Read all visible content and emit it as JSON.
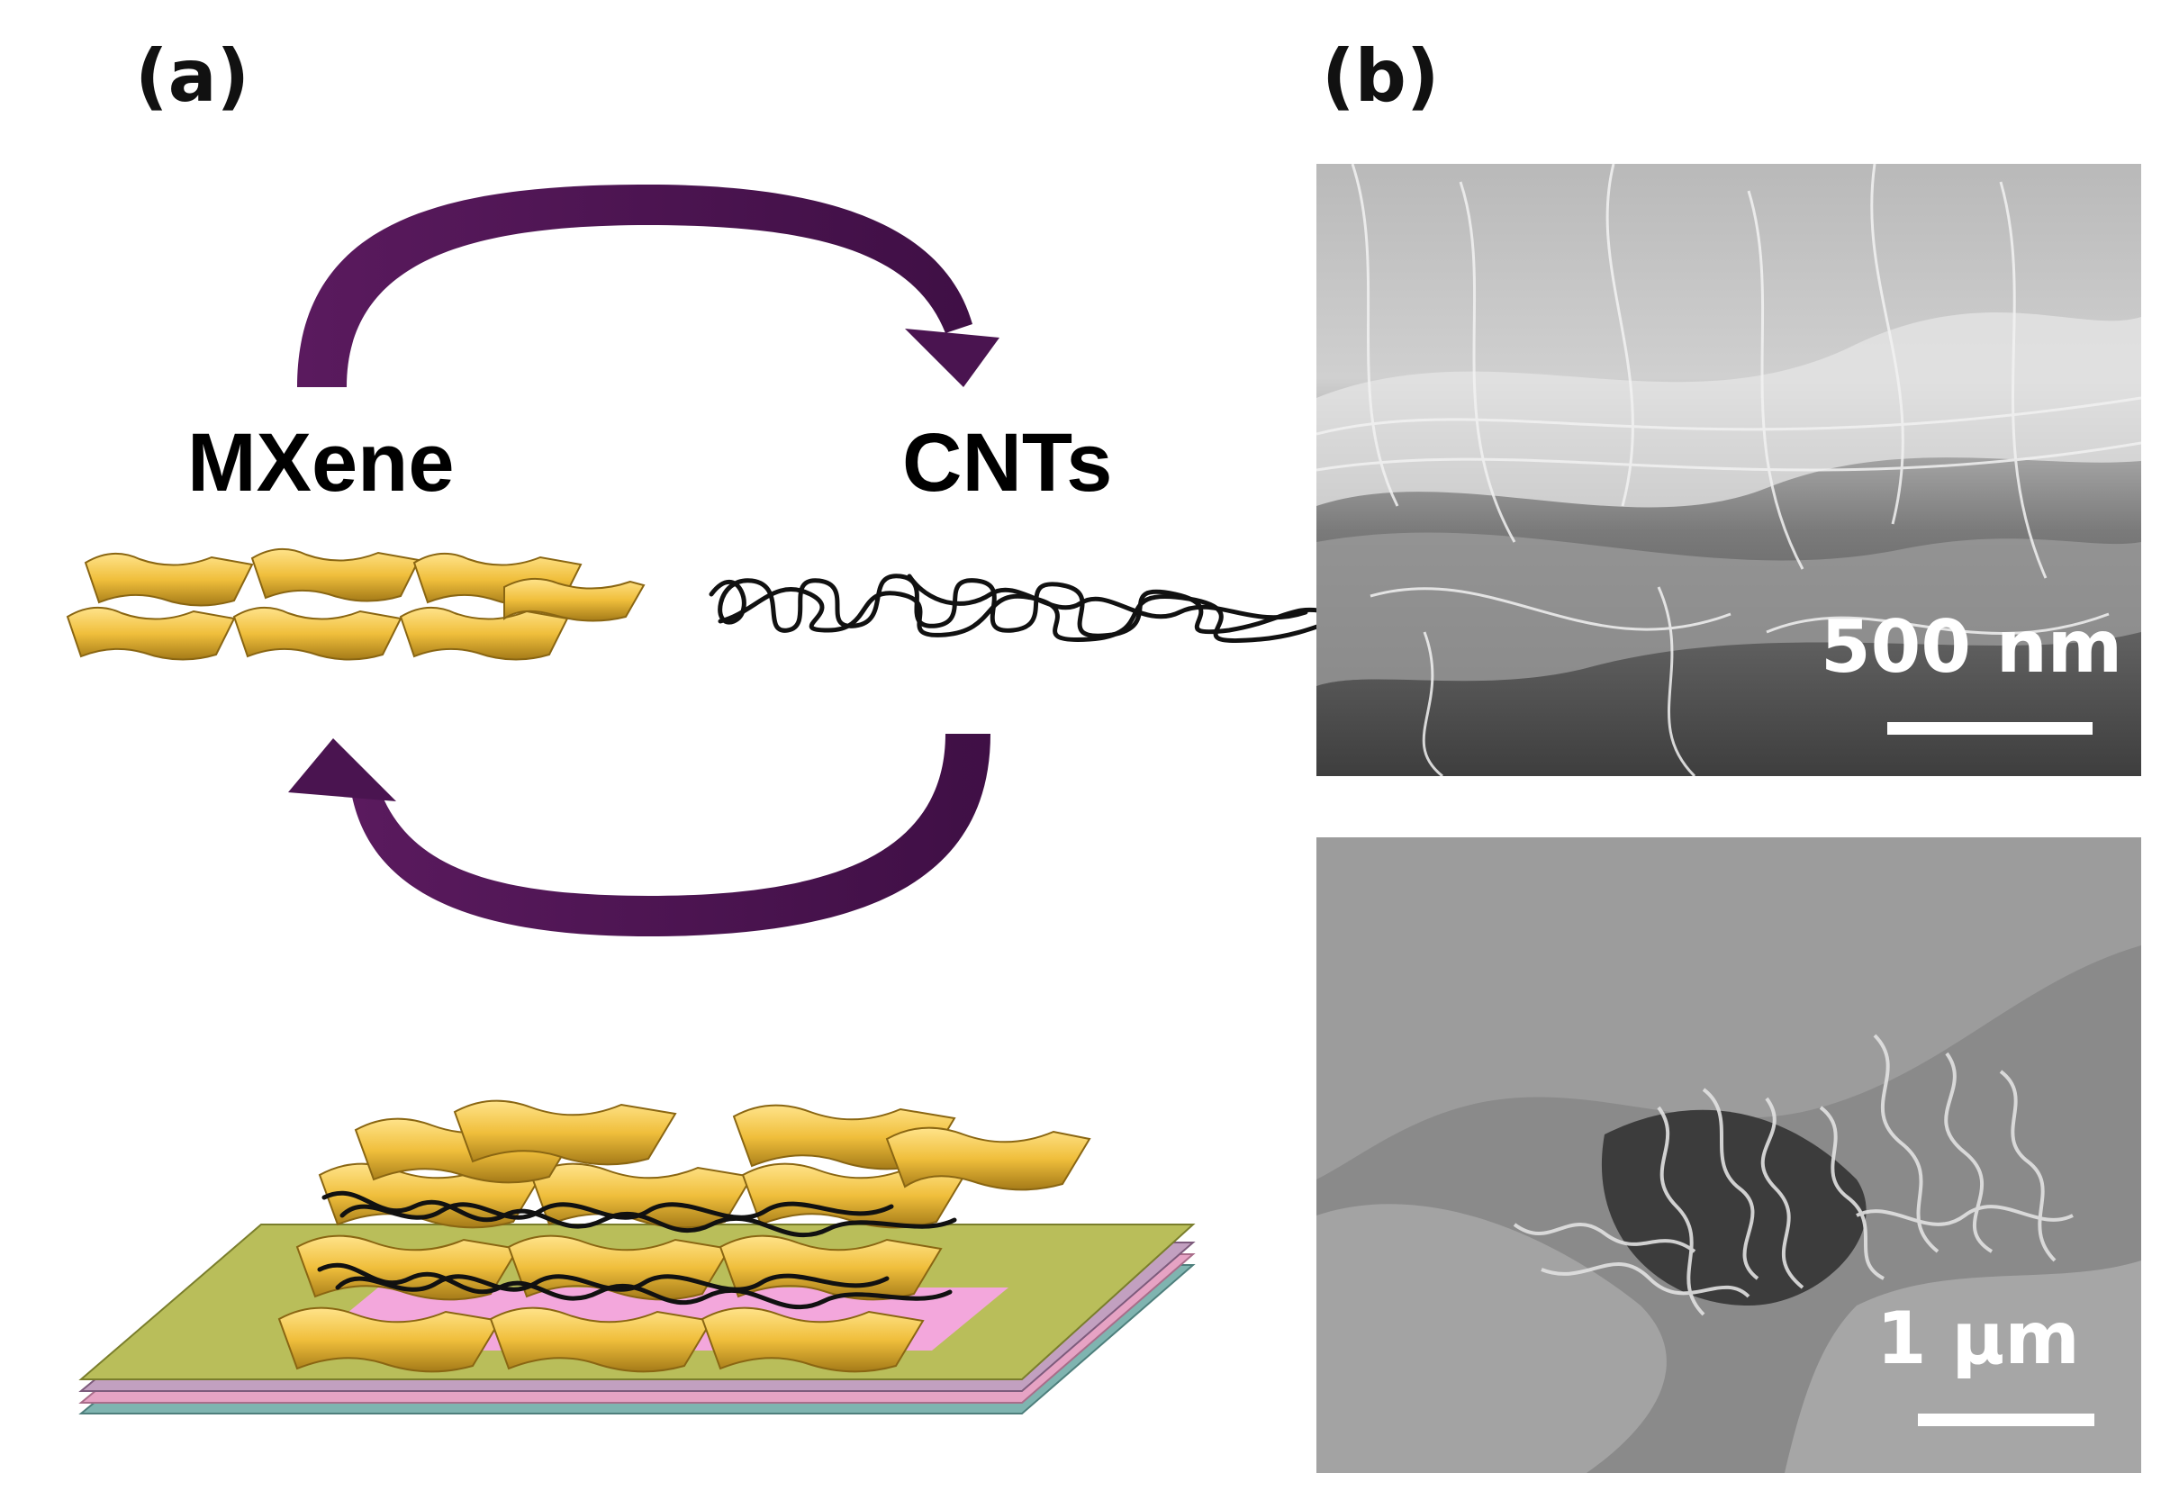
{
  "panels": {
    "a_label": "(a)",
    "b_label": "(b)"
  },
  "schematic": {
    "left_label": "MXene",
    "right_label": "CNTs"
  },
  "micrographs": {
    "top_scale": "500 nm",
    "bottom_scale": "1 µm"
  },
  "colors": {
    "arrow": "#4a1450",
    "flake_top": "#f3c84a",
    "flake_bottom": "#a8801c",
    "cnt": "#111111",
    "substrate_green": "#b9be5a",
    "substrate_pink": "#e6a3c4",
    "substrate_teal": "#7fb4b0"
  }
}
